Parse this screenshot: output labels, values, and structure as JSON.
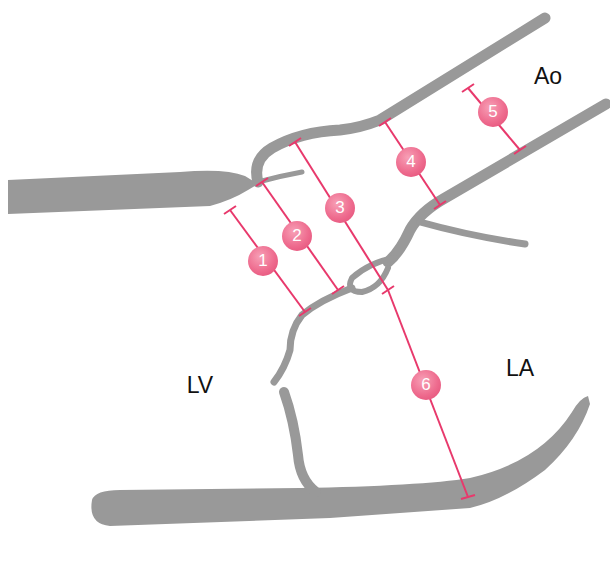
{
  "diagram": {
    "labels": [
      "Ao",
      "LV",
      "LA",
      "1",
      "2",
      "3",
      "4",
      "5",
      "6"
    ]
  }
}
